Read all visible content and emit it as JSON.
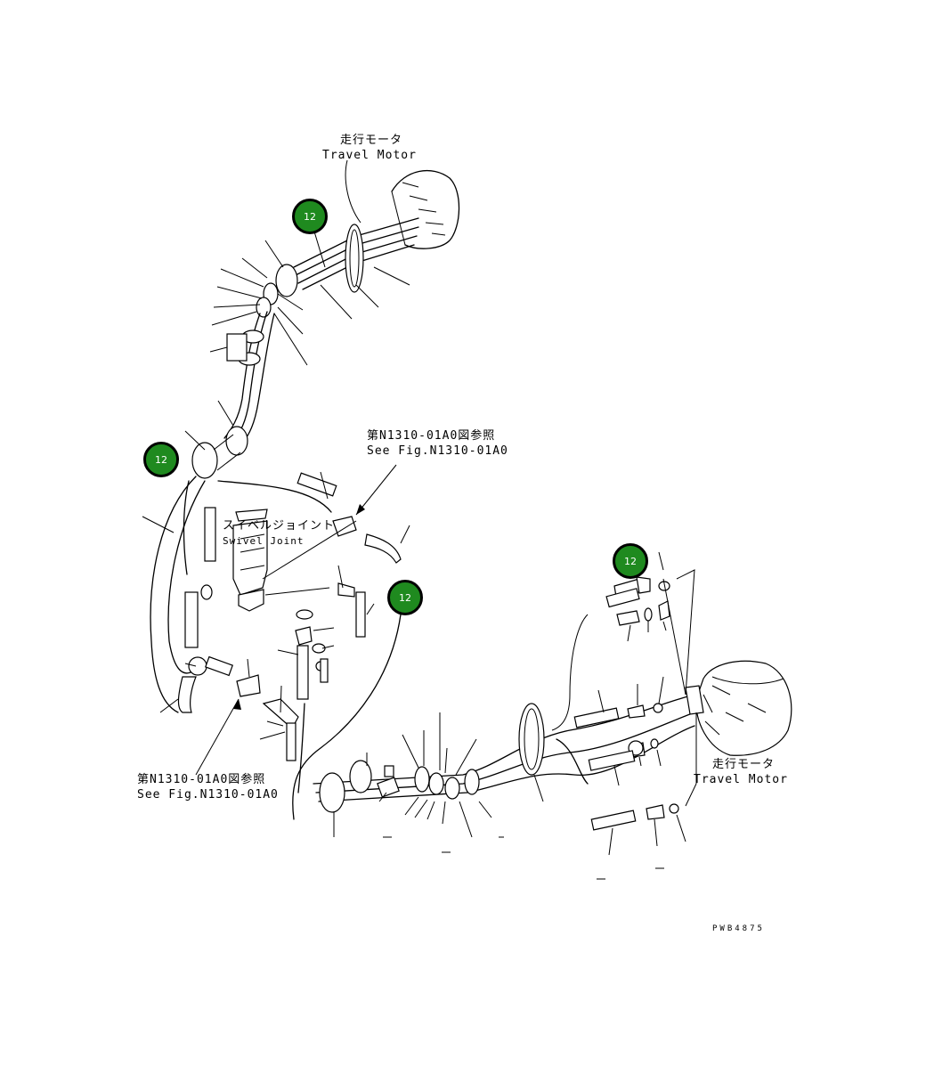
{
  "labels": {
    "travel_motor_top_jp": "走行モータ",
    "travel_motor_top_en": "Travel Motor",
    "see_fig_top_jp": "第N1310-01A0図参照",
    "see_fig_top_en": "See Fig.N1310-01A0",
    "swivel_joint_jp": "スイベルジョイント",
    "swivel_joint_en": "Swivel Joint",
    "see_fig_bottom_jp": "第N1310-01A0図参照",
    "see_fig_bottom_en": "See Fig.N1310-01A0",
    "travel_motor_right_jp": "走行モータ",
    "travel_motor_right_en": "Travel Motor",
    "drawing_code": "PWB4875"
  },
  "markers": [
    {
      "label": "12"
    },
    {
      "label": "12"
    },
    {
      "label": "12"
    },
    {
      "label": "12"
    }
  ],
  "colors": {
    "marker_fill": "#1f8a1f",
    "line": "#000000"
  }
}
